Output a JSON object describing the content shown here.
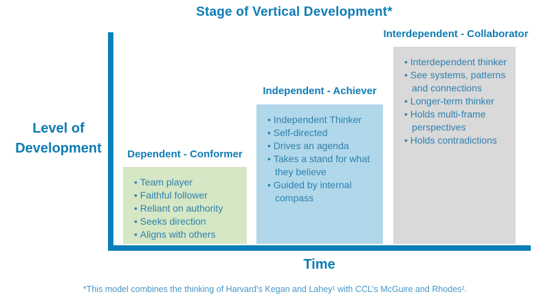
{
  "title": "Stage of Vertical Development*",
  "y_axis_label": "Level of\nDevelopment",
  "x_axis_label": "Time",
  "stages": [
    {
      "heading": "Dependent - Conformer",
      "fill": "#d5e7c4",
      "items": [
        "Team player",
        "Faithful follower",
        "Reliant on authority",
        "Seeks direction",
        "Aligns with others"
      ]
    },
    {
      "heading": "Independent - Achiever",
      "fill": "#b0d8ea",
      "items": [
        "Independent Thinker",
        "Self-directed",
        "Drives an agenda",
        "Takes a stand for what they believe",
        "Guided by internal compass"
      ]
    },
    {
      "heading": "Interdependent - Collaborator",
      "fill": "#d9d9d9",
      "items": [
        "Interdependent thinker",
        "See systems, patterns and connections",
        "Longer-term thinker",
        "Holds multi-frame perspectives",
        "Holds contradictions"
      ]
    }
  ],
  "footnote": "*This model combines the thinking of Harvard’s Kegan and Lahey¹ with CCL’s McGuire and Rhodes².",
  "colors": {
    "accent_blue": "#0d7cb4",
    "axis": "#0b80b8",
    "body_text": "#2f80b0",
    "footnote_text": "#4697c7",
    "stage1_fill": "#d5e7c4",
    "stage2_fill": "#b0d8ea",
    "stage3_fill": "#d9d9d9"
  }
}
